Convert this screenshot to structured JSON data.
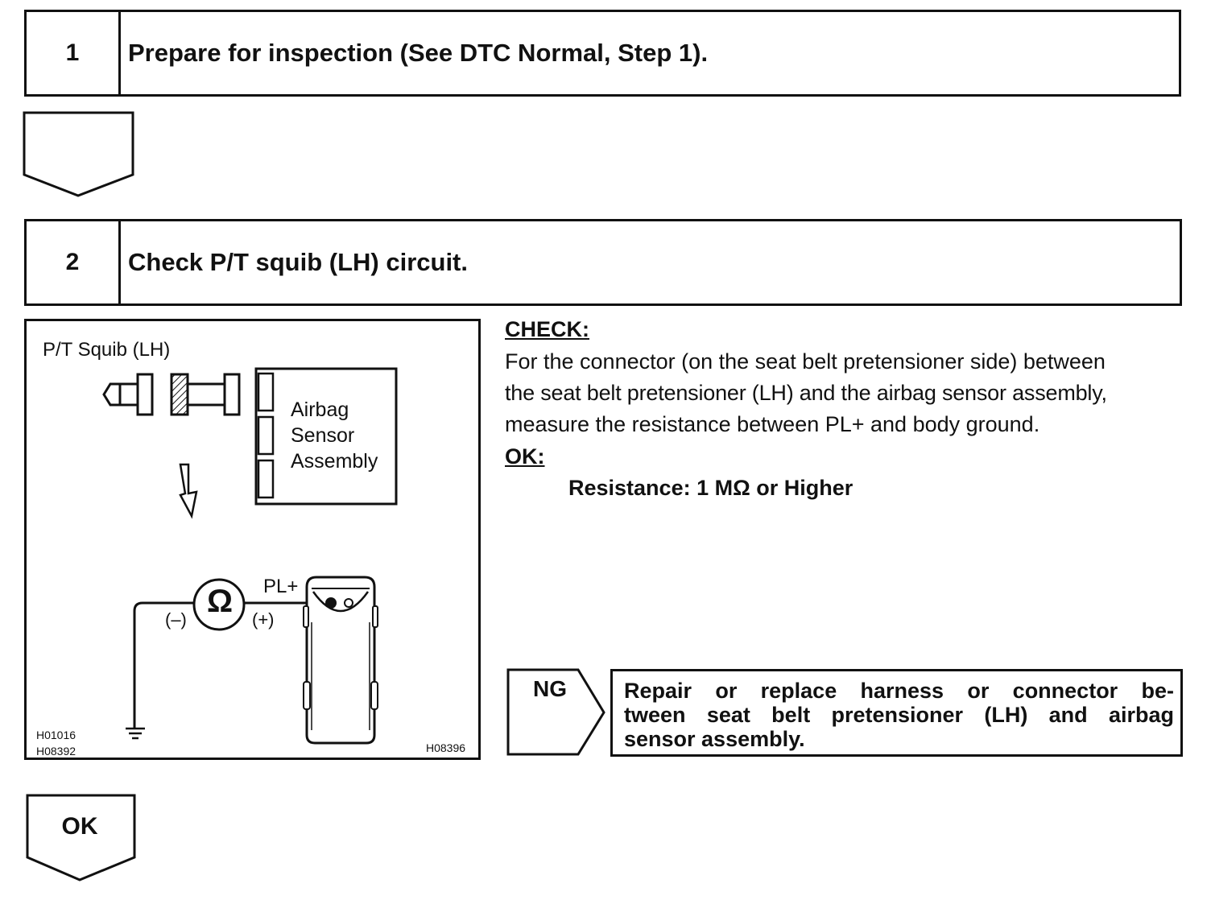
{
  "steps": [
    {
      "number": "1",
      "title": "Prepare for inspection (See DTC Normal, Step 1)."
    },
    {
      "number": "2",
      "title": "Check P/T squib (LH) circuit."
    }
  ],
  "figure": {
    "squib_label": "P/T Squib (LH)",
    "sensor_label_lines": [
      "Airbag",
      "Sensor",
      "Assembly"
    ],
    "meter_symbol": "Ω",
    "minus_label": "(–)",
    "plus_label": "(+)",
    "terminal_label": "PL+",
    "code_left_1": "H01016",
    "code_left_2": "H08392",
    "code_right": "H08396",
    "icons": [
      "connector-icon",
      "down-arrow-icon",
      "ohmmeter-icon",
      "ground-icon",
      "vehicle-icon"
    ]
  },
  "check": {
    "heading": "CHECK:",
    "lines": [
      "For the connector (on the seat belt pretensioner side) between",
      "the seat belt pretensioner (LH) and the airbag sensor assembly,",
      "measure the resistance between PL+ and body ground."
    ],
    "ok_heading": "OK:",
    "spec": "Resistance: 1 MΩ or Higher"
  },
  "ng": {
    "label": "NG",
    "text": "Repair or replace harness or connector between seat belt pretensioner (LH) and airbag sensor assembly.",
    "lines": [
      "Repair or replace harness or connector be-",
      "tween seat belt pretensioner (LH) and airbag",
      "sensor assembly."
    ]
  },
  "ok_flow": {
    "label": "OK"
  }
}
